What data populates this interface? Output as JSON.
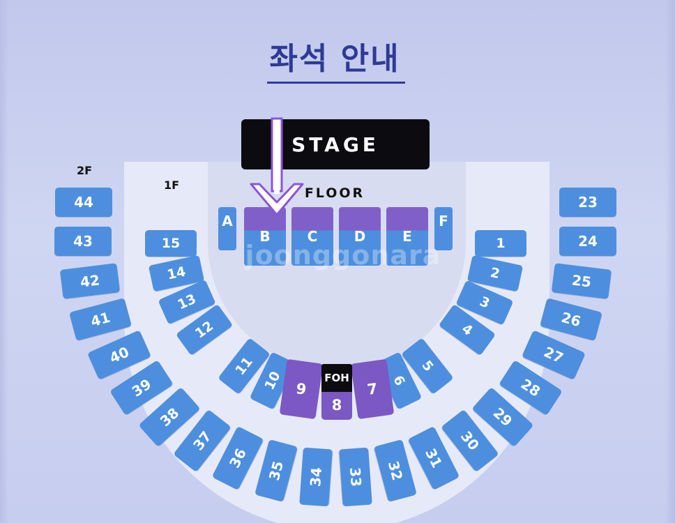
{
  "title": "좌석 안내",
  "stage_label": "STAGE",
  "floor_label": "FLOOR",
  "level_labels": {
    "upper": "2F",
    "lower": "1F"
  },
  "floor_blocks": [
    "B",
    "C",
    "D",
    "E"
  ],
  "side_blocks": {
    "left": "A",
    "right": "F"
  },
  "foh_label": "FOH",
  "watermark": "joonggonara",
  "sections_1f_left": [
    "15",
    "14",
    "13",
    "12",
    "11",
    "10"
  ],
  "sections_1f_right": [
    "1",
    "2",
    "3",
    "4",
    "5",
    "6"
  ],
  "sections_1f_center": [
    "9",
    "8",
    "7"
  ],
  "sections_2f_left": [
    "44",
    "43",
    "42",
    "41",
    "40",
    "39",
    "38",
    "37",
    "36",
    "35",
    "34"
  ],
  "sections_2f_right": [
    "23",
    "24",
    "25",
    "26",
    "27",
    "28",
    "29",
    "30",
    "31",
    "32",
    "33"
  ],
  "colors": {
    "seat_blue": "#4d8fde",
    "seat_purple": "#7b58c3",
    "title": "#2e3a95",
    "stage": "#0c0c10"
  }
}
